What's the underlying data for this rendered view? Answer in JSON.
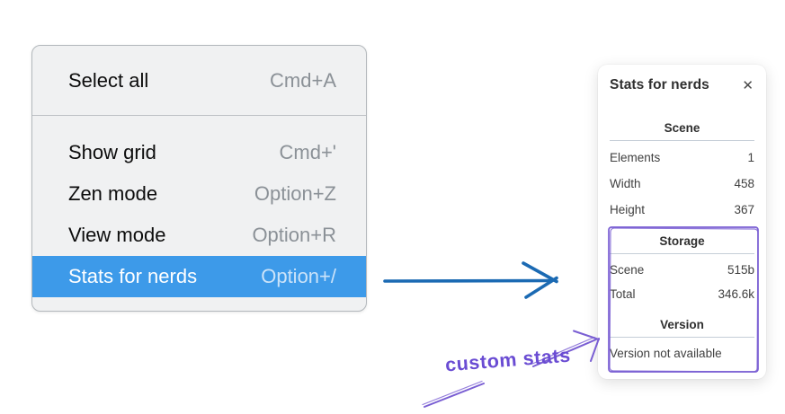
{
  "context_menu": {
    "items": [
      {
        "label": "Select all",
        "shortcut": "Cmd+A",
        "selected": false
      },
      {
        "label": "Show grid",
        "shortcut": "Cmd+'",
        "selected": false
      },
      {
        "label": "Zen mode",
        "shortcut": "Option+Z",
        "selected": false
      },
      {
        "label": "View mode",
        "shortcut": "Option+R",
        "selected": false
      },
      {
        "label": "Stats for nerds",
        "shortcut": "Option+/",
        "selected": true
      }
    ]
  },
  "stats_panel": {
    "title": "Stats for nerds",
    "close_glyph": "✕",
    "sections": [
      {
        "heading": "Scene",
        "rows": [
          {
            "label": "Elements",
            "value": "1"
          },
          {
            "label": "Width",
            "value": "458"
          },
          {
            "label": "Height",
            "value": "367"
          }
        ]
      },
      {
        "heading": "Storage",
        "rows": [
          {
            "label": "Scene",
            "value": "515b"
          },
          {
            "label": "Total",
            "value": "346.6k"
          }
        ]
      },
      {
        "heading": "Version",
        "rows": [],
        "note": "Version not available"
      }
    ]
  },
  "annotation": {
    "label": "custom stats"
  },
  "colors": {
    "menu_highlight": "#3d9ae9",
    "arrow_blue": "#1b6ab3",
    "annotation_purple": "#6a4cd3",
    "sketch_purple": "#7a5fd3"
  }
}
